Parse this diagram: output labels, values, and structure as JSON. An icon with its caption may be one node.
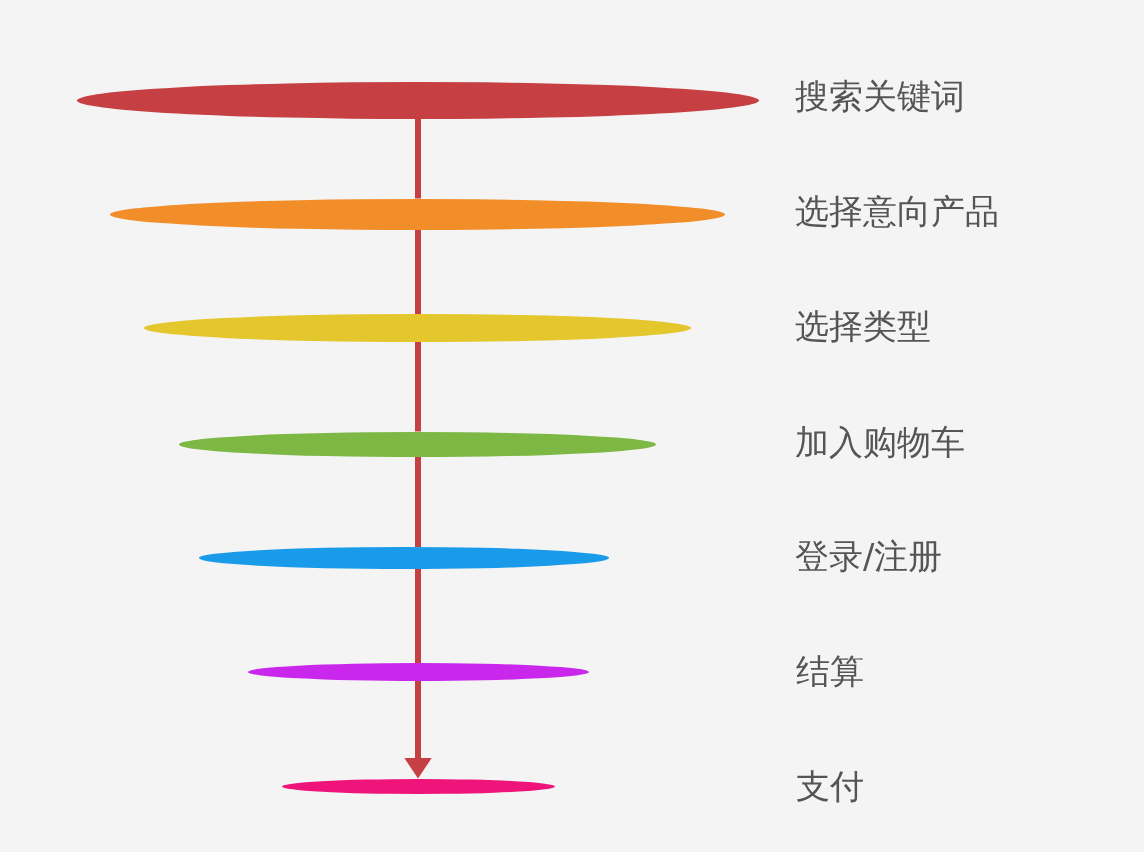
{
  "diagram": {
    "nodes": [
      {
        "text": [],
        "shape": "ellipse"
      },
      {
        "text": [],
        "shape": "ellipse"
      },
      {
        "text": [],
        "shape": "ellipse"
      },
      {
        "text": [],
        "shape": "ellipse"
      },
      {
        "text": [],
        "shape": "ellipse"
      },
      {
        "text": [],
        "shape": "ellipse"
      },
      {
        "text": [],
        "shape": "ellipse"
      }
    ],
    "edges": [
      {
        "from": 0,
        "to": 1,
        "arrow": "none"
      },
      {
        "from": 1,
        "to": 2,
        "arrow": "none"
      },
      {
        "from": 2,
        "to": 3,
        "arrow": "none"
      },
      {
        "from": 3,
        "to": 4,
        "arrow": "none"
      },
      {
        "from": 4,
        "to": 5,
        "arrow": "none"
      },
      {
        "from": 5,
        "to": 6,
        "arrow": "to"
      }
    ],
    "labels": [
      "搜索关键词",
      "选择意向产品",
      "选择类型",
      "加入购物车",
      "登录/注册",
      "结算",
      "支付"
    ]
  }
}
